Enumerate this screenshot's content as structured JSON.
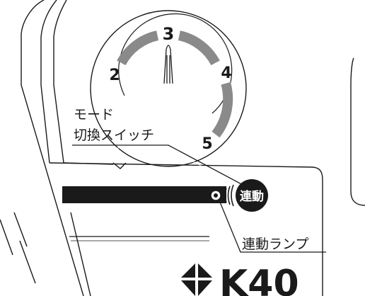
{
  "dial": {
    "numbers": [
      "2",
      "3",
      "4",
      "5"
    ]
  },
  "callouts": {
    "mode_switch_line1": "モード",
    "mode_switch_line2": "切換スイッチ",
    "link_lamp": "連動ランプ"
  },
  "lamp": {
    "badge_text": "連動"
  },
  "brand": {
    "text": "K40"
  },
  "colors": {
    "line": "#1a1a1a",
    "segment": "#8a8a8a",
    "badge": "#1a1a1a",
    "badge_text": "#ffffff"
  }
}
